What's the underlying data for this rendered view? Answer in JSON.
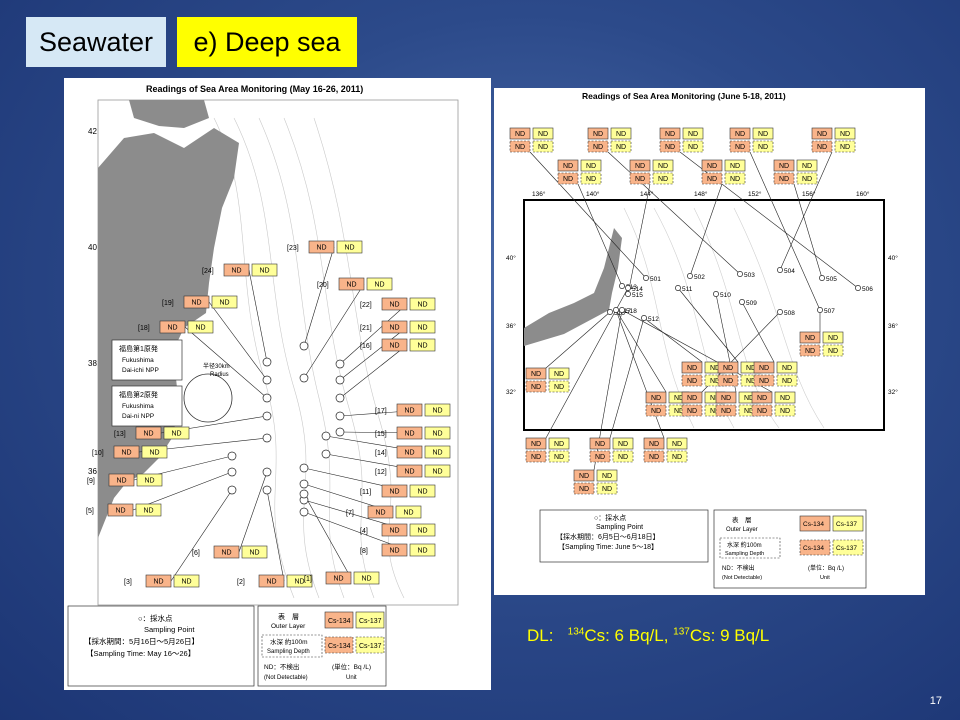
{
  "slide": {
    "tag_seawater": "Seawater",
    "tag_deepsea": "e) Deep sea",
    "dl_label": "DL:",
    "dl_cs134_mass": "134",
    "dl_cs134_text": "Cs: 6 Bq/L,",
    "dl_cs137_mass": "137",
    "dl_cs137_text": "Cs: 9 Bq/L",
    "slide_number": "17"
  },
  "left_map": {
    "title": "Readings of Sea Area Monitoring (May 16-26, 2011)",
    "nd": "ND",
    "lat_labels": [
      "42",
      "40",
      "38",
      "36"
    ],
    "station_labels": [
      "[23]",
      "[24]",
      "[20]",
      "[19]",
      "[22]",
      "[18]",
      "[21]",
      "[16]",
      "[17]",
      "[15]",
      "[13]",
      "[14]",
      "[10]",
      "[12]",
      "[9]",
      "[11]",
      "[5]",
      "[7]",
      "[4]",
      "[8]",
      "[6]",
      "[3]",
      "[2]",
      "[1]"
    ],
    "npp1": {
      "jp": "福島第1原発",
      "name": "Fukushima",
      "sub": "Dai-ichi NPP"
    },
    "npp2": {
      "jp": "福島第2原発",
      "name": "Fukushima",
      "sub": "Dai-ni NPP"
    },
    "radius": {
      "jp": "半径30km",
      "en": "Radius"
    },
    "legend": {
      "sampling_jp": "○：採水点",
      "sampling_en": "Sampling Point",
      "period_jp": "【採水期間：5月16日～5月26日】",
      "period_en": "【Sampling Time: May 16～26】",
      "outer_jp": "表　層",
      "outer_en": "Outer Layer",
      "cs134": "Cs-134",
      "cs137": "Cs-137",
      "depth_jp": "水深 約100m",
      "depth_en": "Sampling Depth",
      "nd_jp": "ND：不検出",
      "nd_en": "(Not Detectable)",
      "unit_jp": "(単位：Bq /L)",
      "unit_en": "Unit"
    }
  },
  "right_map": {
    "title": "Readings of Sea Area Monitoring (June 5-18, 2011)",
    "nd": "ND",
    "lon_labels": [
      "136°",
      "140°",
      "144°",
      "148°",
      "152°",
      "156°",
      "160°"
    ],
    "lat_labels_left": [
      "40°",
      "36°",
      "32°"
    ],
    "lat_labels_right": [
      "40°",
      "36°",
      "32°"
    ],
    "points": [
      "501",
      "502",
      "503",
      "504",
      "505",
      "506",
      "507",
      "508",
      "509",
      "510",
      "511",
      "512",
      "513",
      "514",
      "515",
      "516",
      "517",
      "518"
    ],
    "legend": {
      "sampling_jp": "○：採水点",
      "sampling_en": "Sampling Point",
      "period_jp": "【採水期間：6月5日～6月18日】",
      "period_en": "【Sampling Time: June 5～18】",
      "outer_jp": "表　層",
      "outer_en": "Outer Layer",
      "cs134": "Cs-134",
      "cs137": "Cs-137",
      "depth_jp": "水深 約100m",
      "depth_en": "Sampling Depth",
      "nd_jp": "ND：不検出",
      "nd_en": "(Not Detectable)",
      "unit_jp": "(単位：Bq /L)",
      "unit_en": "Unit"
    }
  }
}
